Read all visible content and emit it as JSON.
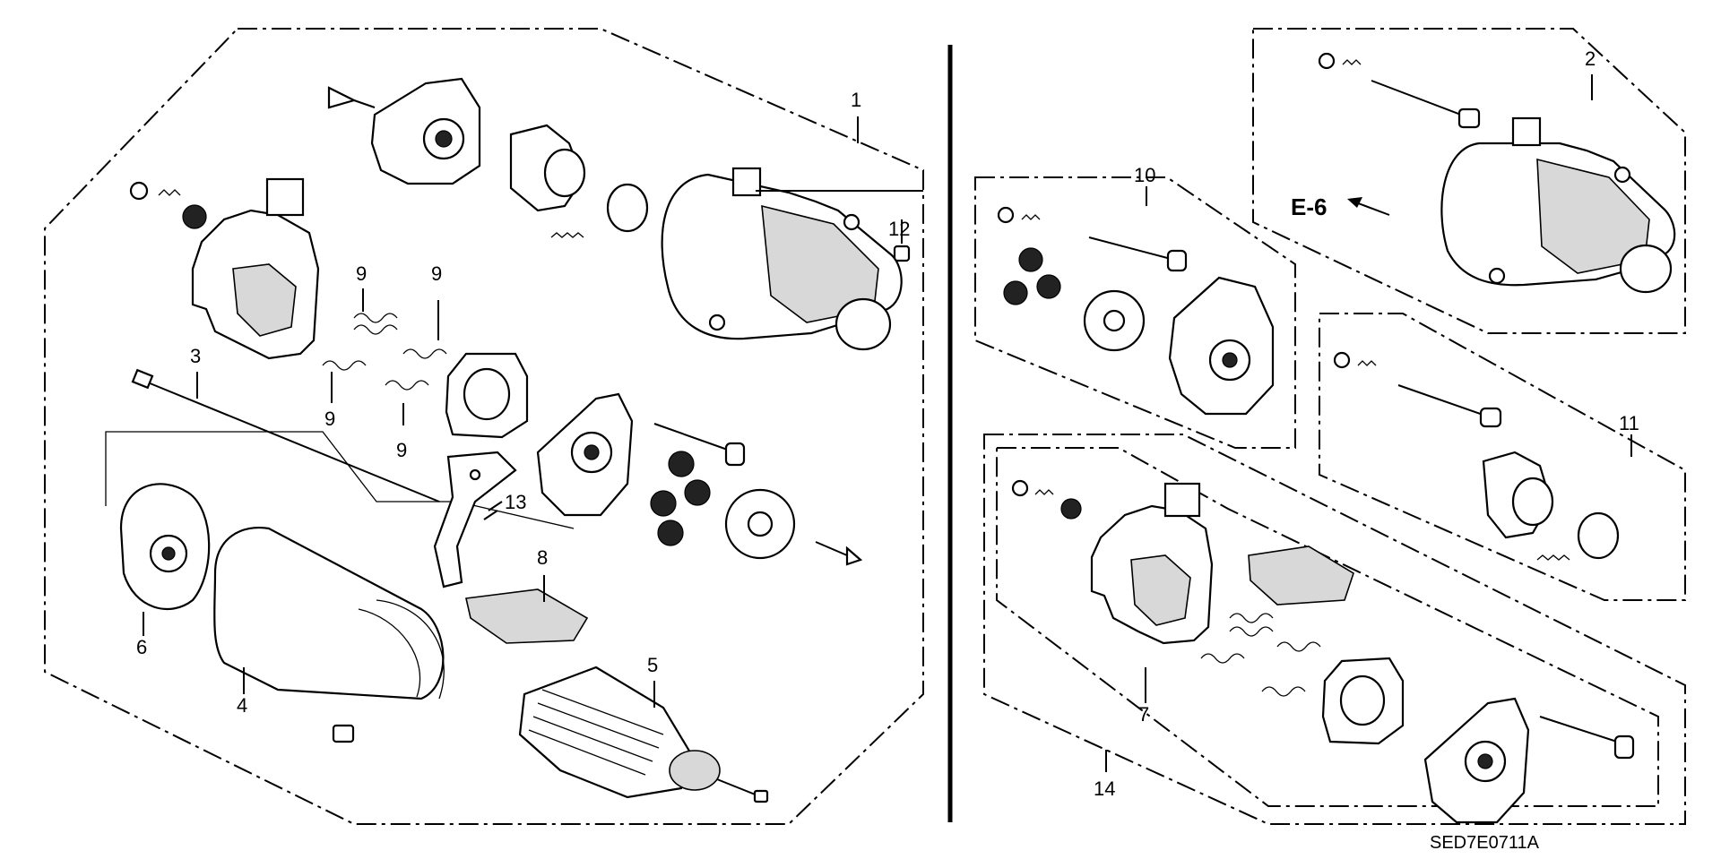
{
  "diagram": {
    "callouts": [
      {
        "id": "c1",
        "label": "1"
      },
      {
        "id": "c2",
        "label": "2"
      },
      {
        "id": "c3",
        "label": "3"
      },
      {
        "id": "c4",
        "label": "4"
      },
      {
        "id": "c5",
        "label": "5"
      },
      {
        "id": "c6",
        "label": "6"
      },
      {
        "id": "c7",
        "label": "7"
      },
      {
        "id": "c8",
        "label": "8"
      },
      {
        "id": "c9a",
        "label": "9"
      },
      {
        "id": "c9b",
        "label": "9"
      },
      {
        "id": "c9c",
        "label": "9"
      },
      {
        "id": "c9d",
        "label": "9"
      },
      {
        "id": "c10",
        "label": "10"
      },
      {
        "id": "c11",
        "label": "11"
      },
      {
        "id": "c12",
        "label": "12"
      },
      {
        "id": "c13",
        "label": "13"
      },
      {
        "id": "c14",
        "label": "14"
      }
    ],
    "section_reference": "E-6",
    "drawing_code": "SED7E0711A"
  }
}
